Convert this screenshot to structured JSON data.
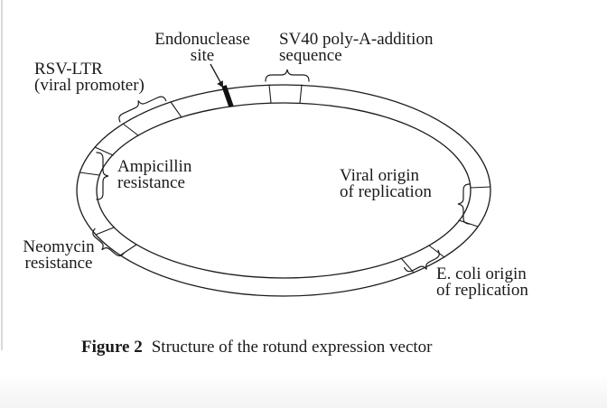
{
  "figure": {
    "labels": {
      "endonuclease": {
        "l1": "Endonuclease",
        "l2": "site"
      },
      "sv40": {
        "l1": "SV40 poly-A-addition",
        "l2": "sequence"
      },
      "rsv_ltr": {
        "l1": "RSV-LTR",
        "l2": "(viral promoter)"
      },
      "ampicillin": {
        "l1": "Ampicillin",
        "l2": "resistance"
      },
      "viral_origin": {
        "l1": "Viral origin",
        "l2": "of replication"
      },
      "neomycin": {
        "l1": "Neomycin",
        "l2": "resistance"
      },
      "ecoli_origin": {
        "l1": "E. coli origin",
        "l2": "of replication"
      }
    },
    "caption": {
      "number": "Figure 2",
      "text": "Structure of the rotund expression vector"
    },
    "colors": {
      "ink": "#1a1a1a",
      "background": "#ffffff",
      "page_edge": "#d9d9d9"
    }
  }
}
